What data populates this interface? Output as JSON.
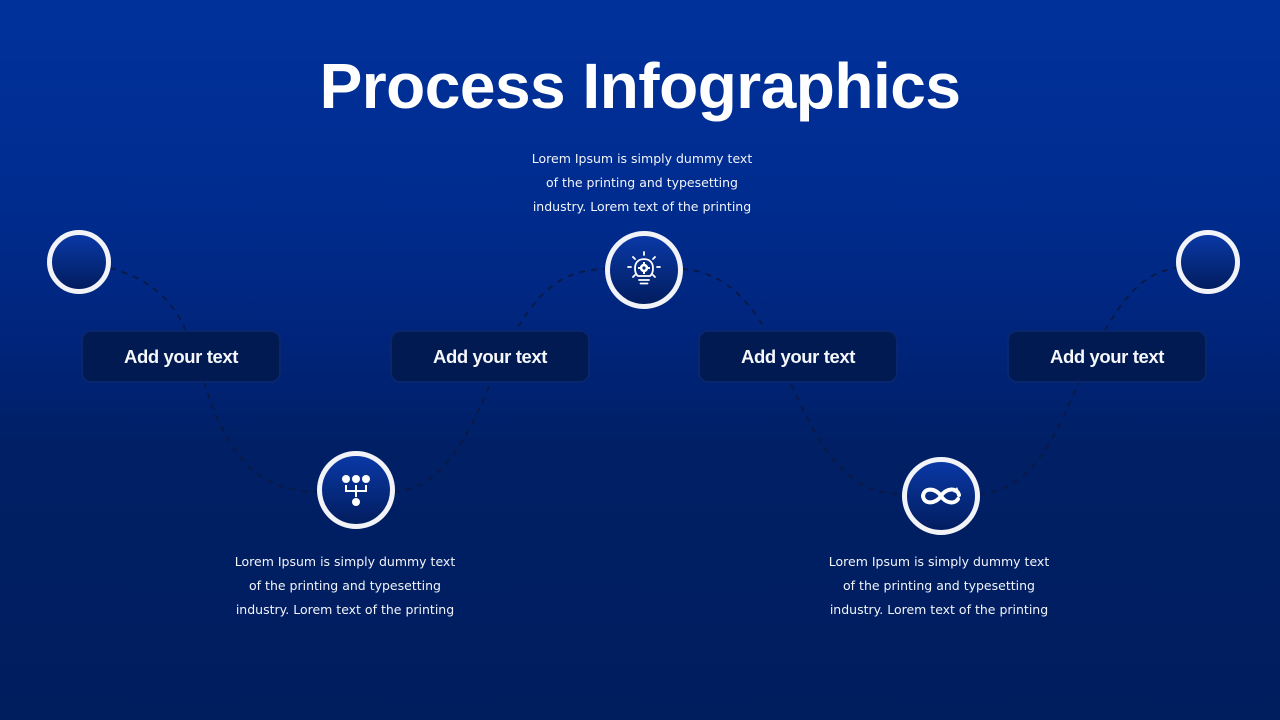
{
  "slide": {
    "title": "Process Infographics",
    "colors": {
      "background_top": "#00319b",
      "background_bottom": "#001e5e",
      "node_ring": "#f1f3f8",
      "label_box": "#011a52",
      "dashed_path": "#0a1a45",
      "text": "#ffffff"
    }
  },
  "steps": [
    {
      "label": "Add your text",
      "icon": "empty-circle",
      "position": "top"
    },
    {
      "label": "Add your text",
      "icon": "hierarchy-icon",
      "position": "bottom",
      "description": [
        "Lorem Ipsum is simply dummy text",
        "of the printing and typesetting",
        "industry. Lorem text of the printing"
      ]
    },
    {
      "label": "Add your text",
      "icon": "lightbulb-gear-icon",
      "position": "top",
      "description": [
        "Lorem Ipsum is simply dummy text",
        "of the printing and typesetting",
        "industry. Lorem text of the printing"
      ]
    },
    {
      "label": "Add your text",
      "icon": "infinity-loop-icon",
      "position": "bottom",
      "description": [
        "Lorem Ipsum is simply dummy text",
        "of the printing and typesetting",
        "industry. Lorem text of the printing"
      ]
    },
    {
      "label": "Add your text",
      "icon": "empty-circle",
      "position": "top"
    }
  ]
}
